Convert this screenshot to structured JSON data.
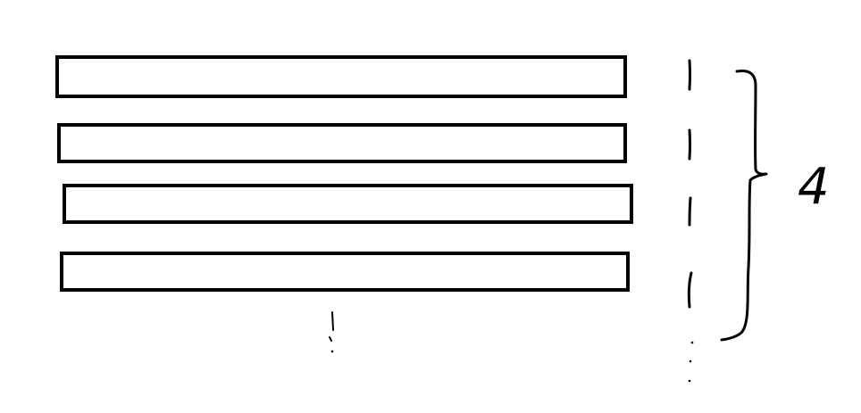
{
  "diagram": {
    "bars": [
      {
        "id": "bar-1"
      },
      {
        "id": "bar-2"
      },
      {
        "id": "bar-3"
      },
      {
        "id": "bar-4"
      }
    ],
    "tally_marks": [
      {
        "id": "tally-1"
      },
      {
        "id": "tally-2"
      },
      {
        "id": "tally-3"
      },
      {
        "id": "tally-4"
      }
    ],
    "count_label": "4",
    "stroke_color": "#000000",
    "background_color": "#ffffff"
  }
}
